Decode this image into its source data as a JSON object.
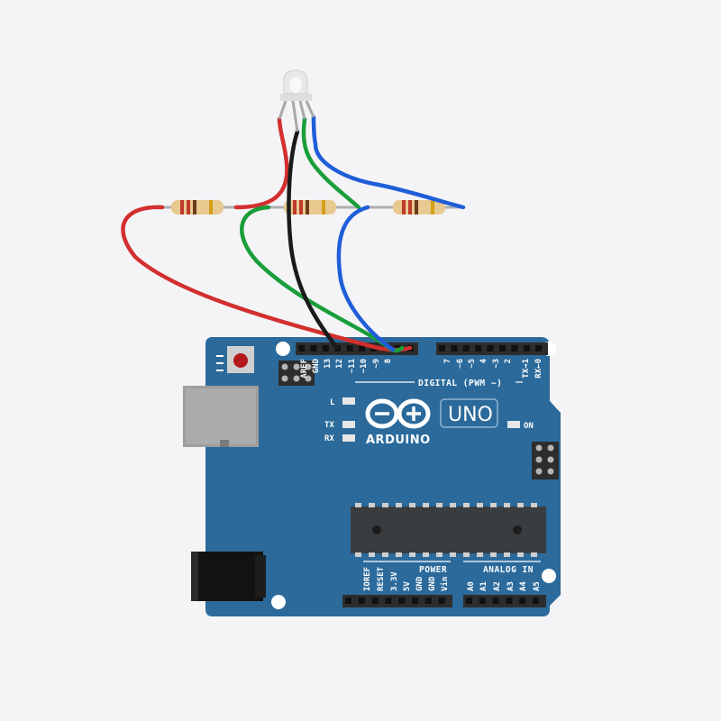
{
  "board": {
    "logo": "ARDUINO",
    "model": "UNO",
    "on_label": "ON",
    "l_label": "L",
    "tx_label": "TX",
    "rx_label": "RX",
    "digital_header": "DIGITAL (PWM ~)",
    "power_header": "POWER",
    "analog_header": "ANALOG IN",
    "digital_pins": [
      "AREF",
      "GND",
      "13",
      "12",
      "~11",
      "~10",
      "~9",
      "8",
      "7",
      "~6",
      "~5",
      "4",
      "~3",
      "2",
      "TX→1",
      "RX←0"
    ],
    "power_pins": [
      "IOREF",
      "RESET",
      "3.3V",
      "5V",
      "GND",
      "GND",
      "Vin"
    ],
    "analog_pins": [
      "A0",
      "A1",
      "A2",
      "A3",
      "A4",
      "A5"
    ],
    "board_color": "#2b6a9b",
    "header_color": "#2d2d2d"
  },
  "components": {
    "led": {
      "type": "RGB LED",
      "color": "#e8e8e8"
    },
    "resistors": [
      {
        "name": "resistor-red",
        "bands": [
          "#c0392b",
          "#c0392b",
          "#6b3b1c",
          "#d4a017"
        ]
      },
      {
        "name": "resistor-green",
        "bands": [
          "#c0392b",
          "#c0392b",
          "#6b3b1c",
          "#d4a017"
        ]
      },
      {
        "name": "resistor-blue",
        "bands": [
          "#c0392b",
          "#c0392b",
          "#6b3b1c",
          "#d4a017"
        ]
      }
    ]
  },
  "wires": {
    "red": "#d32f2f",
    "green": "#1a9e3a",
    "blue": "#1f5ed8",
    "black": "#1a1a1a"
  }
}
